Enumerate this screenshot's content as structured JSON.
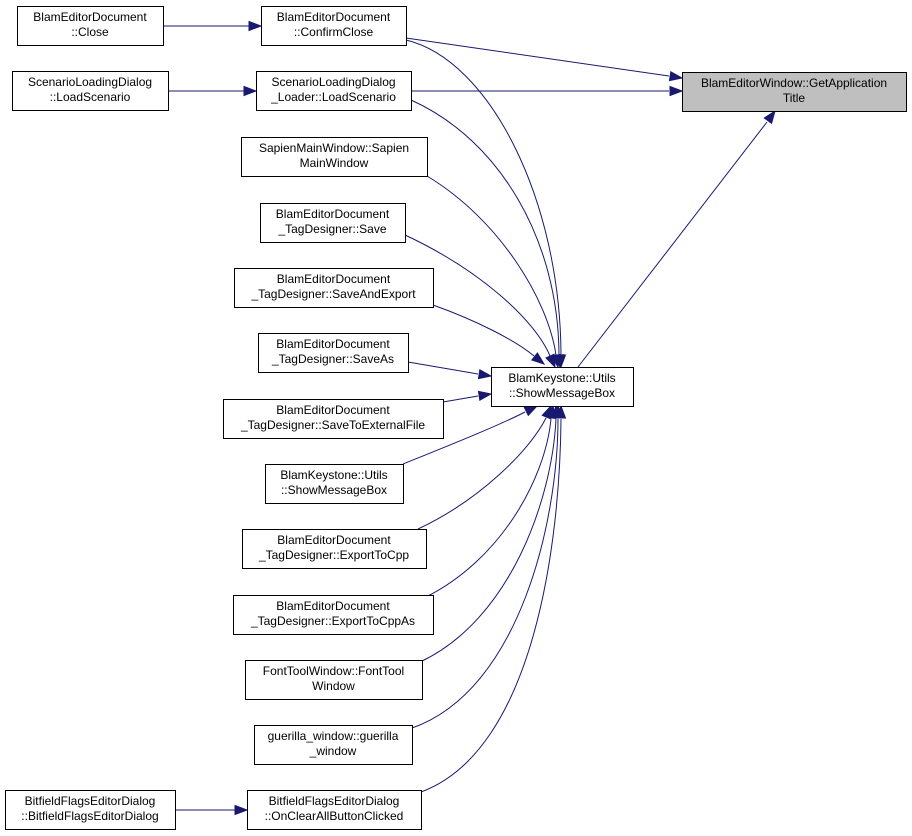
{
  "nodes": [
    {
      "id": "get_application_title",
      "lines": [
        "BlamEditorWindow::GetApplication",
        "Title"
      ]
    },
    {
      "id": "confirm_close",
      "lines": [
        "BlamEditorDocument",
        "::ConfirmClose"
      ]
    },
    {
      "id": "close",
      "lines": [
        "BlamEditorDocument",
        "::Close"
      ]
    },
    {
      "id": "loader_load_scenario",
      "lines": [
        "ScenarioLoadingDialog",
        "_Loader::LoadScenario"
      ]
    },
    {
      "id": "dialog_load_scenario",
      "lines": [
        "ScenarioLoadingDialog",
        "::LoadScenario"
      ]
    },
    {
      "id": "show_message_box",
      "lines": [
        "BlamKeystone::Utils",
        "::ShowMessageBox"
      ]
    },
    {
      "id": "sapien_main_window",
      "lines": [
        "SapienMainWindow::Sapien",
        "MainWindow"
      ]
    },
    {
      "id": "tag_designer_save",
      "lines": [
        "BlamEditorDocument",
        "_TagDesigner::Save"
      ]
    },
    {
      "id": "tag_designer_save_and_export",
      "lines": [
        "BlamEditorDocument",
        "_TagDesigner::SaveAndExport"
      ]
    },
    {
      "id": "tag_designer_save_as",
      "lines": [
        "BlamEditorDocument",
        "_TagDesigner::SaveAs"
      ]
    },
    {
      "id": "tag_designer_save_to_external_file",
      "lines": [
        "BlamEditorDocument",
        "_TagDesigner::SaveToExternalFile"
      ]
    },
    {
      "id": "show_message_box_2",
      "lines": [
        "BlamKeystone::Utils",
        "::ShowMessageBox"
      ]
    },
    {
      "id": "tag_designer_export_to_cpp",
      "lines": [
        "BlamEditorDocument",
        "_TagDesigner::ExportToCpp"
      ]
    },
    {
      "id": "tag_designer_export_to_cpp_as",
      "lines": [
        "BlamEditorDocument",
        "_TagDesigner::ExportToCppAs"
      ]
    },
    {
      "id": "font_tool_window",
      "lines": [
        "FontToolWindow::FontTool",
        "Window"
      ]
    },
    {
      "id": "guerilla_window",
      "lines": [
        "guerilla_window::guerilla",
        "_window"
      ]
    },
    {
      "id": "on_clear_all_button_clicked",
      "lines": [
        "BitfieldFlagsEditorDialog",
        "::OnClearAllButtonClicked"
      ]
    },
    {
      "id": "bitfield_flags_editor_dialog",
      "lines": [
        "BitfieldFlagsEditorDialog",
        "::BitfieldFlagsEditorDialog"
      ]
    }
  ],
  "edges": [
    {
      "from": "close",
      "to": "confirm_close"
    },
    {
      "from": "confirm_close",
      "to": "get_application_title"
    },
    {
      "from": "confirm_close",
      "to": "show_message_box"
    },
    {
      "from": "dialog_load_scenario",
      "to": "loader_load_scenario"
    },
    {
      "from": "loader_load_scenario",
      "to": "get_application_title"
    },
    {
      "from": "loader_load_scenario",
      "to": "show_message_box"
    },
    {
      "from": "show_message_box",
      "to": "get_application_title"
    },
    {
      "from": "sapien_main_window",
      "to": "show_message_box"
    },
    {
      "from": "tag_designer_save",
      "to": "show_message_box"
    },
    {
      "from": "tag_designer_save_and_export",
      "to": "show_message_box"
    },
    {
      "from": "tag_designer_save_as",
      "to": "show_message_box"
    },
    {
      "from": "tag_designer_save_to_external_file",
      "to": "show_message_box"
    },
    {
      "from": "show_message_box_2",
      "to": "show_message_box"
    },
    {
      "from": "tag_designer_export_to_cpp",
      "to": "show_message_box"
    },
    {
      "from": "tag_designer_export_to_cpp_as",
      "to": "show_message_box"
    },
    {
      "from": "font_tool_window",
      "to": "show_message_box"
    },
    {
      "from": "guerilla_window",
      "to": "show_message_box"
    },
    {
      "from": "on_clear_all_button_clicked",
      "to": "show_message_box"
    },
    {
      "from": "bitfield_flags_editor_dialog",
      "to": "on_clear_all_button_clicked"
    }
  ],
  "colors": {
    "edge": "#191970",
    "highlight_fill": "#bfbfbf",
    "node_border": "#000000"
  }
}
